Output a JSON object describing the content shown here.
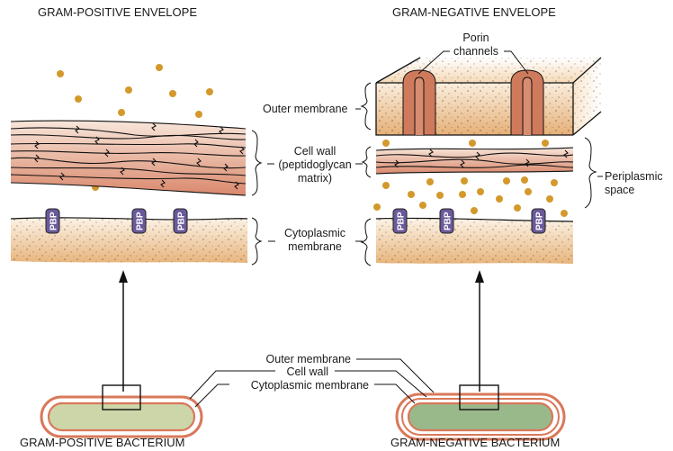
{
  "titles": {
    "gram_positive_envelope": "GRAM-POSITIVE ENVELOPE",
    "gram_negative_envelope": "GRAM-NEGATIVE ENVELOPE",
    "gram_positive_bacterium": "GRAM-POSITIVE BACTERIUM",
    "gram_negative_bacterium": "GRAM-NEGATIVE BACTERIUM"
  },
  "labels": {
    "porin_line1": "Porin",
    "porin_line2": "channels",
    "outer_membrane": "Outer membrane",
    "cell_wall_line1": "Cell wall",
    "cell_wall_line2": "(peptidoglycan",
    "cell_wall_line3": "matrix)",
    "cytoplasmic_line1": "Cytoplasmic",
    "cytoplasmic_line2": "membrane",
    "periplasmic_line1": "Periplasmic",
    "periplasmic_line2": "space",
    "bottom_outer_membrane": "Outer membrane",
    "bottom_cell_wall": "Cell wall",
    "bottom_cytoplasmic_membrane": "Cytoplasmic membrane",
    "pbp": "PBP"
  },
  "colors": {
    "molecule": "#d4992c",
    "pbp": "#6a5a9a",
    "porin": "#cf7a5c",
    "cell_wall_top": "#f6dfd2",
    "cell_wall_bottom": "#d98a6f",
    "membrane_top": "#fbf0df",
    "membrane_bottom": "#e9b87f",
    "bacterium_outline": "#d9785a",
    "gram_pos_cytoplasm": "#ccd6a8",
    "gram_neg_cytoplasm": "#9ab98b"
  }
}
